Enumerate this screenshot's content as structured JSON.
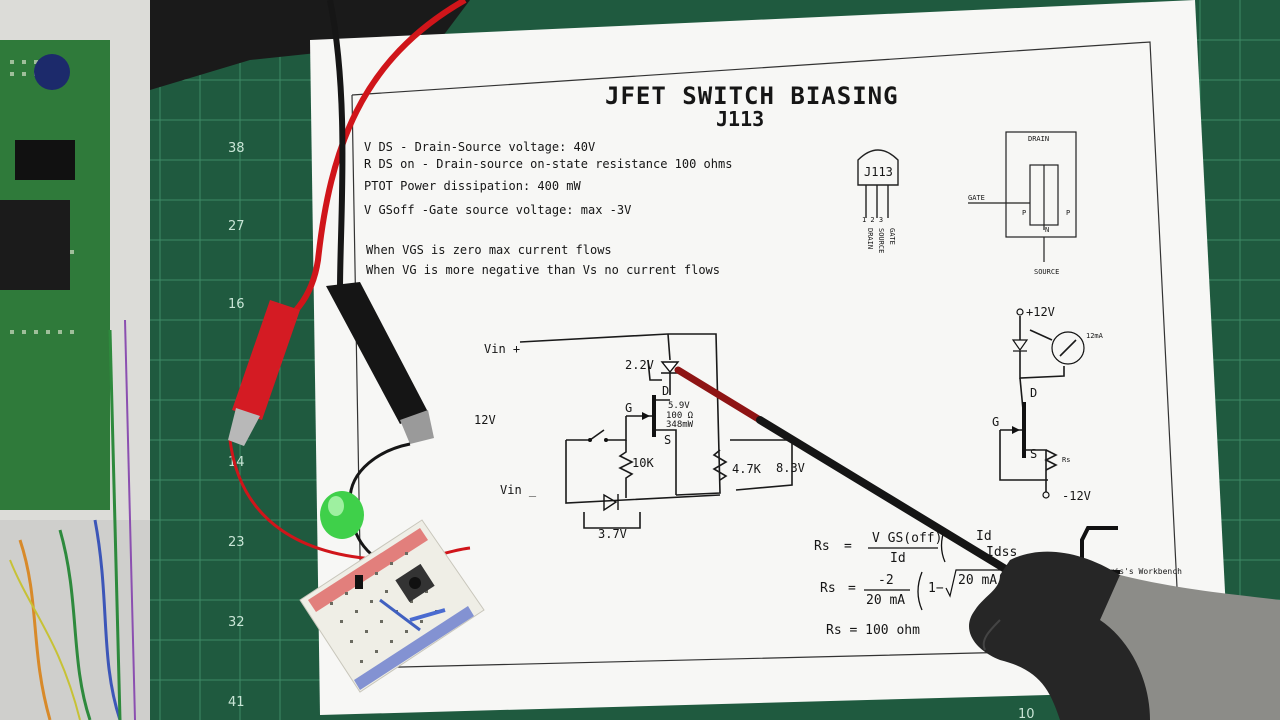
{
  "document": {
    "title": "JFET SWITCH BIASING",
    "part": "J113",
    "specs": [
      "V DS  - Drain-Source voltage: 40V",
      "R DS on - Drain-source on-state resistance 100 ohms",
      "PTOT Power dissipation: 400 mW",
      "V GSoff -Gate source voltage: max -3V"
    ],
    "notes": [
      "When VGS is zero max current flows",
      "When VG is more negative than Vs no current flows"
    ],
    "package": {
      "label": "J113",
      "pin_numbers": "1 2 3",
      "pins": [
        "DRAIN",
        "SOURCE",
        "GATE"
      ]
    },
    "symbol": {
      "drain": "DRAIN",
      "gate": "GATE",
      "source": "SOURCE",
      "p1": "P",
      "p2": "P",
      "n": "N"
    },
    "schematic": {
      "vin_plus": "Vin +",
      "vin_minus": "Vin _",
      "supply": "12V",
      "led_drop": "2.2V",
      "d": "D",
      "g": "G",
      "s": "S",
      "jfet_v": "5.9V",
      "jfet_r": "100 Ω",
      "jfet_p": "348mW",
      "r_gate": "10K",
      "r_load": "4.7K",
      "v_load": "8.3V",
      "v_diode": "3.7V"
    },
    "circuit2": {
      "supply": "+12V",
      "meter": "12mA",
      "d": "D",
      "g": "G",
      "s": "S",
      "rs": "Rs",
      "neg_supply": "-12V"
    },
    "formulas": {
      "f1_lhs": "Rs",
      "f1_num": "V GS(off)",
      "f1_den": "Id",
      "f1_frac_num": "Id",
      "f1_frac_den": "Idss",
      "f2_lhs": "Rs",
      "f2_num": "-2",
      "f2_den": "20 mA",
      "f2_sqrt": "20 mA",
      "f3": "Rs  =  100 ohm",
      "eq": "="
    },
    "logo_text": "Chris's Workbench"
  },
  "mat": {
    "numbers": [
      "38",
      "27",
      "16",
      "14",
      "23",
      "32",
      "41",
      "10"
    ]
  },
  "colors": {
    "mat": "#1f5a3f",
    "paper": "#f7f7f5",
    "red_lead": "#d0151a",
    "black_lead": "#1a1a1a",
    "led": "#3fd04a"
  }
}
